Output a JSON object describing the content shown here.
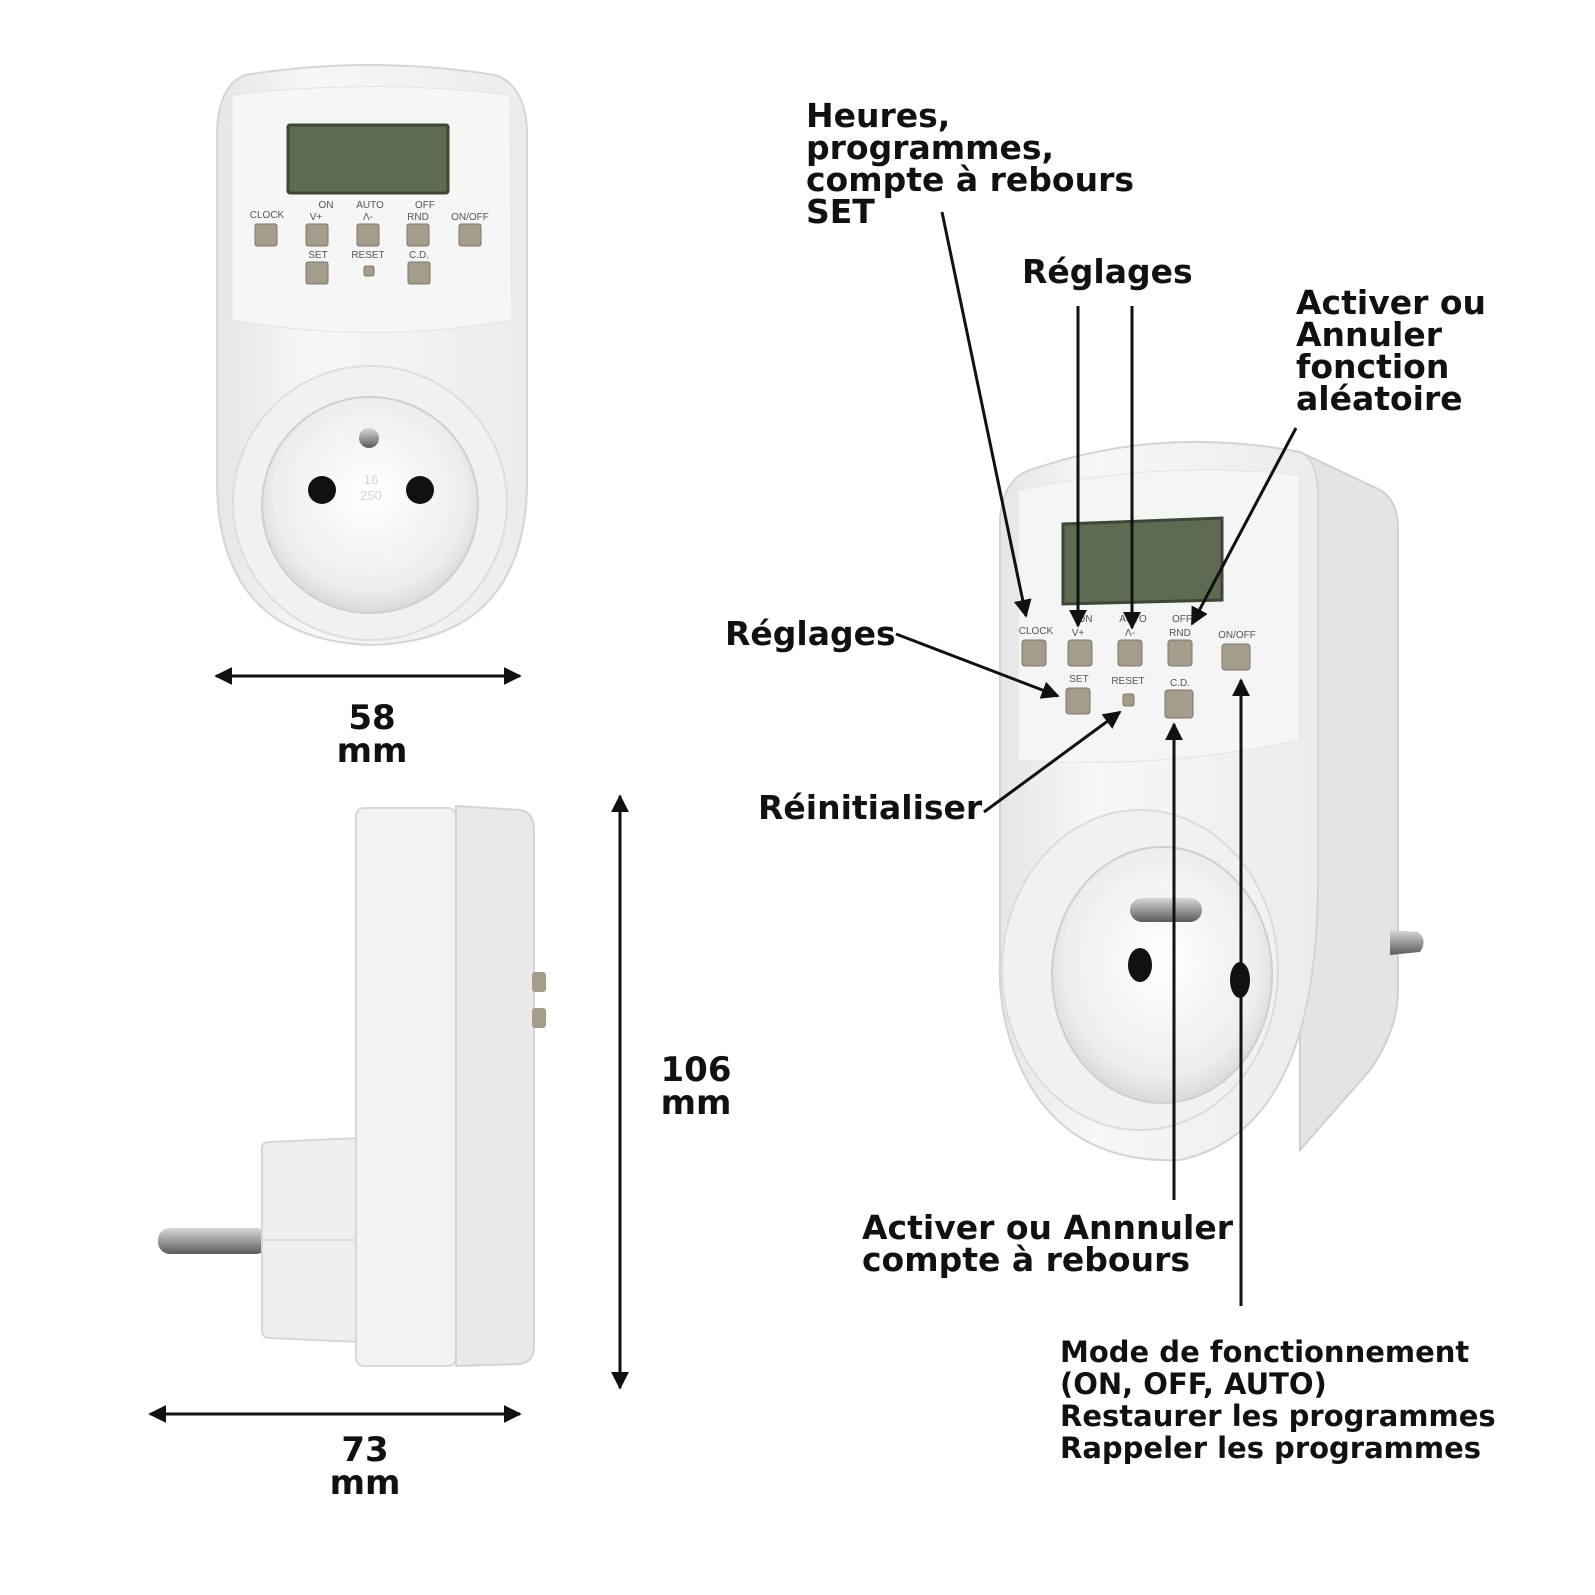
{
  "front_view": {
    "button_labels": {
      "clock": "CLOCK",
      "on": "ON",
      "vplus": "V+",
      "auto": "AUTO",
      "aminus": "Λ-",
      "off": "OFF",
      "rnd": "RND",
      "onoff": "ON/OFF",
      "set": "SET",
      "reset": "RESET",
      "cd": "C.D."
    },
    "socket_marking": [
      "16",
      "250"
    ]
  },
  "dimensions": {
    "width": [
      "58",
      "mm"
    ],
    "height": [
      "106",
      "mm"
    ],
    "depth": [
      "73",
      "mm"
    ]
  },
  "callouts": {
    "clock": [
      "Heures,",
      "programmes,",
      "compte à rebours",
      "SET"
    ],
    "top_settings": "Réglages",
    "random": [
      "Activer ou",
      "Annuler",
      "fonction",
      "aléatoire"
    ],
    "left_settings": "Réglages",
    "reset": "Réinitialiser",
    "countdown": [
      "Activer ou Annnuler",
      "compte à rebours"
    ],
    "mode": [
      "Mode de fonctionnement",
      "(ON, OFF, AUTO)",
      "Restaurer les programmes",
      "Rappeler les programmes"
    ]
  },
  "colors": {
    "housing": "#f3f3f3",
    "lcd": "#5e6a52",
    "button": "#a59d8c",
    "arrow": "#111111"
  }
}
